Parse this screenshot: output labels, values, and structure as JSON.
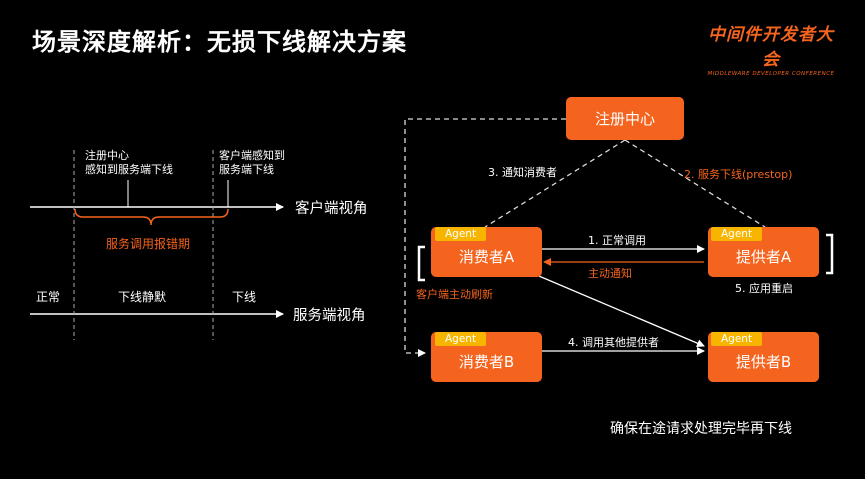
{
  "slide": {
    "title": "场景深度解析：无损下线解决方案",
    "brand": {
      "main": "中间件开发者大会",
      "sub": "MIDDLEWARE DEVELOPER CONFERENCE"
    }
  },
  "timeline": {
    "event1": [
      "注册中心",
      "感知到服务端下线"
    ],
    "event2": [
      "客户端感知到",
      "服务端下线"
    ],
    "client_view": "客户端视角",
    "error_period": "服务调用报错期",
    "normal": "正常",
    "silent": "下线静默",
    "offline": "下线",
    "server_view": "服务端视角"
  },
  "flow": {
    "registry": "注册中心",
    "agent": "Agent",
    "consumer_a": "消费者A",
    "consumer_b": "消费者B",
    "provider_a": "提供者A",
    "provider_b": "提供者B",
    "step1": "1. 正常调用",
    "step2": "2. 服务下线(prestop)",
    "step3": "3. 通知消费者",
    "step4": "4. 调用其他提供者",
    "step5": "5. 应用重启",
    "active_notify": "主动通知",
    "client_refresh": "客户端主动刷新",
    "footer": "确保在途请求处理完毕再下线"
  },
  "colors": {
    "accent": "#f5641e",
    "agent": "#f7b500",
    "background": "#000000"
  }
}
